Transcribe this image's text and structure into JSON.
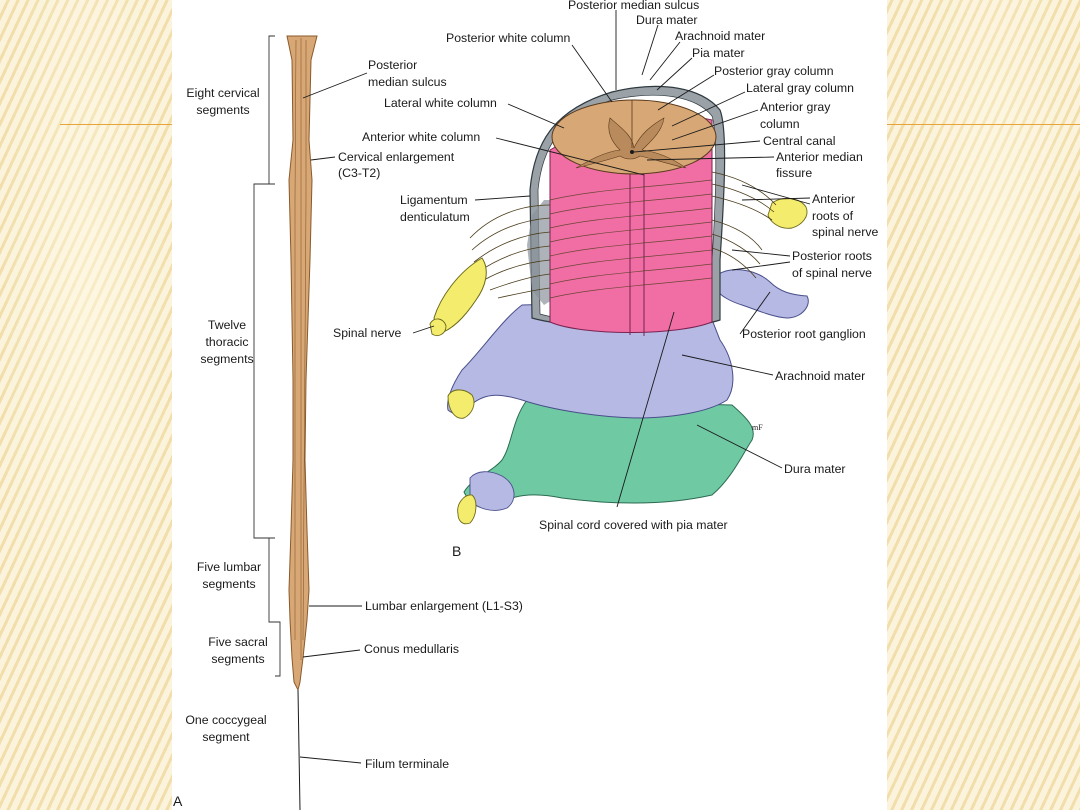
{
  "figure": {
    "panel_a": "A",
    "panel_b": "B",
    "segments": {
      "cervical": [
        "Eight cervical",
        "segments"
      ],
      "thoracic": [
        "Twelve",
        "thoracic",
        "segments"
      ],
      "lumbar": [
        "Five lumbar",
        "segments"
      ],
      "sacral": [
        "Five sacral",
        "segments"
      ],
      "coccygeal": [
        "One coccygeal",
        "segment"
      ]
    },
    "cord_labels": {
      "posterior_median_sulcus": [
        "Posterior",
        "median sulcus"
      ],
      "cervical_enlargement": [
        "Cervical enlargement",
        "(C3-T2)"
      ],
      "lumbar_enlargement": "Lumbar enlargement (L1-S3)",
      "conus_medullaris": "Conus medullaris",
      "filum_terminale": "Filum terminale"
    },
    "section_labels": {
      "posterior_median_sulcus": "Posterior median sulcus",
      "dura_mater_top": "Dura mater",
      "posterior_white_column": "Posterior white column",
      "arachnoid_mater_top": "Arachnoid mater",
      "pia_mater": "Pia mater",
      "posterior_gray_column": "Posterior gray column",
      "lateral_white_column": "Lateral white column",
      "lateral_gray_column": "Lateral gray column",
      "anterior_gray_column": [
        "Anterior gray",
        "column"
      ],
      "anterior_white_column": "Anterior white column",
      "central_canal": "Central canal",
      "anterior_median_fissure": [
        "Anterior median",
        "fissure"
      ],
      "ligamentum_denticulatum": [
        "Ligamentum",
        "denticulatum"
      ],
      "anterior_roots": [
        "Anterior",
        "roots of",
        "spinal nerve"
      ],
      "posterior_roots": [
        "Posterior roots",
        "of spinal nerve"
      ],
      "spinal_nerve": "Spinal nerve",
      "posterior_root_ganglion": "Posterior root ganglion",
      "arachnoid_mater": "Arachnoid mater",
      "dura_mater": "Dura mater",
      "spinal_cord_pia": "Spinal cord covered with pia mater",
      "artist_mark": "mF"
    },
    "colors": {
      "cord": "#d7a775",
      "pia": "#f06ea4",
      "arachnoid": "#b5b9e4",
      "dura": "#6fcaa3",
      "nerve": "#f4ec6c",
      "background_accent": "#e7a43a"
    }
  }
}
